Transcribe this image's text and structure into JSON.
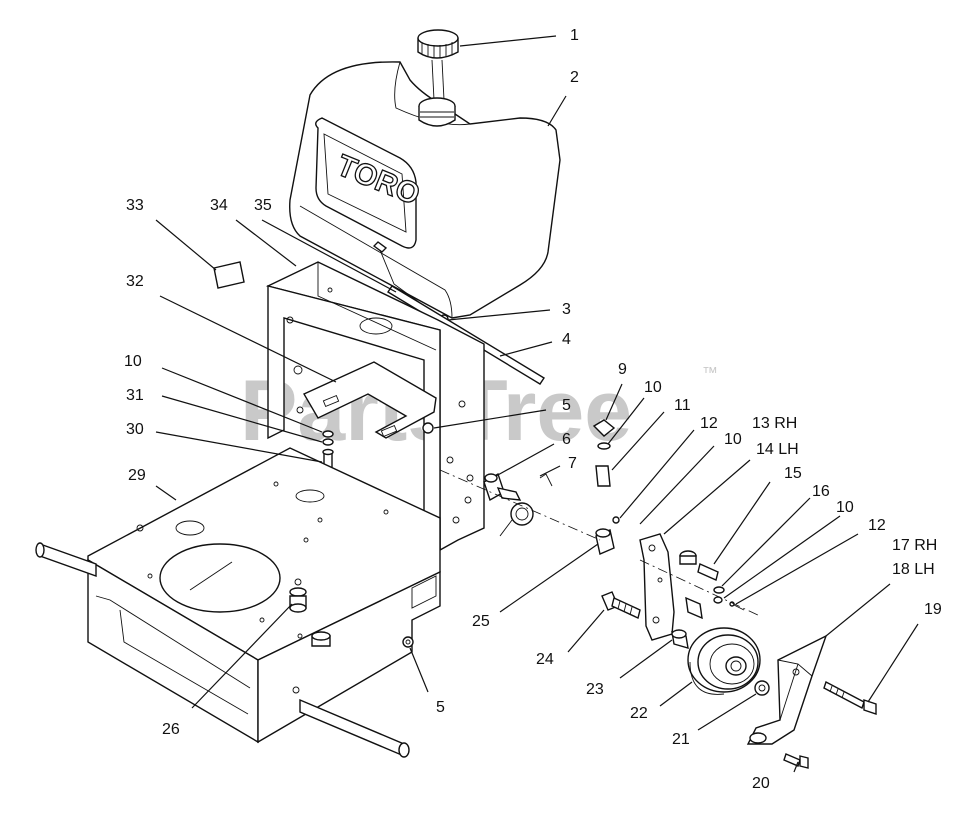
{
  "watermark": {
    "text": "PartsTree",
    "trademark": "™"
  },
  "tank": {
    "logo_text": "TORO"
  },
  "callouts": [
    {
      "id": "c1",
      "text": "1"
    },
    {
      "id": "c2",
      "text": "2"
    },
    {
      "id": "c3",
      "text": "3"
    },
    {
      "id": "c4",
      "text": "4"
    },
    {
      "id": "c5a",
      "text": "5"
    },
    {
      "id": "c5b",
      "text": "5"
    },
    {
      "id": "c6",
      "text": "6"
    },
    {
      "id": "c7",
      "text": "7"
    },
    {
      "id": "c9",
      "text": "9"
    },
    {
      "id": "c10a",
      "text": "10"
    },
    {
      "id": "c10b",
      "text": "10"
    },
    {
      "id": "c10c",
      "text": "10"
    },
    {
      "id": "c10d",
      "text": "10"
    },
    {
      "id": "c11",
      "text": "11"
    },
    {
      "id": "c12a",
      "text": "12"
    },
    {
      "id": "c12b",
      "text": "12"
    },
    {
      "id": "c13",
      "text": "13 RH"
    },
    {
      "id": "c14",
      "text": "14 LH"
    },
    {
      "id": "c15",
      "text": "15"
    },
    {
      "id": "c16",
      "text": "16"
    },
    {
      "id": "c17",
      "text": "17 RH"
    },
    {
      "id": "c18",
      "text": "18 LH"
    },
    {
      "id": "c19",
      "text": "19"
    },
    {
      "id": "c20",
      "text": "20"
    },
    {
      "id": "c21",
      "text": "21"
    },
    {
      "id": "c22",
      "text": "22"
    },
    {
      "id": "c23",
      "text": "23"
    },
    {
      "id": "c24",
      "text": "24"
    },
    {
      "id": "c25",
      "text": "25"
    },
    {
      "id": "c26",
      "text": "26"
    },
    {
      "id": "c29",
      "text": "29"
    },
    {
      "id": "c30",
      "text": "30"
    },
    {
      "id": "c31",
      "text": "31"
    },
    {
      "id": "c32",
      "text": "32"
    },
    {
      "id": "c33",
      "text": "33"
    },
    {
      "id": "c34",
      "text": "34"
    },
    {
      "id": "c35",
      "text": "35"
    }
  ]
}
